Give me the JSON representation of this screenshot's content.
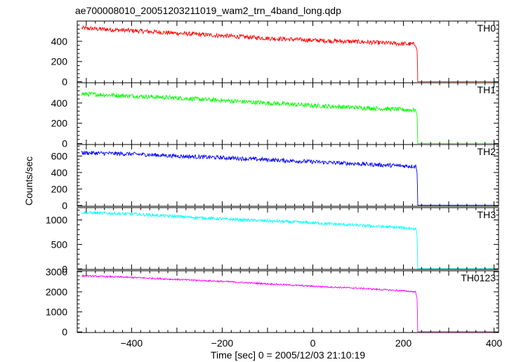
{
  "chart_data": {
    "type": "line",
    "title": "ae700008010_20051203211019_wam2_trn_4band_long.qdp",
    "xlabel": "Time [sec] 0 = 2005/12/03 21:10:19",
    "ylabel": "Counts/sec",
    "xlim": [
      -520,
      410
    ],
    "x_ticks": [
      -400,
      -200,
      0,
      200,
      400
    ],
    "x_tick_labels": [
      "−400",
      "−200",
      "0",
      "200",
      "400"
    ],
    "grid": false,
    "drop_time": 231,
    "data_start": -510,
    "data_end": 400,
    "panels": [
      {
        "name": "TH0",
        "color": "#ff0000",
        "ylim": [
          -10,
          600
        ],
        "y_ticks": [
          0,
          200,
          400
        ],
        "y_tick_labels": [
          "0",
          "200",
          "400"
        ],
        "series_points": [
          [
            -510,
            530
          ],
          [
            -400,
            505
          ],
          [
            -300,
            480
          ],
          [
            -200,
            455
          ],
          [
            -100,
            430
          ],
          [
            0,
            410
          ],
          [
            100,
            395
          ],
          [
            200,
            375
          ],
          [
            228,
            370
          ]
        ],
        "noise": 22,
        "post_level": 2
      },
      {
        "name": "TH1",
        "color": "#00ff00",
        "ylim": [
          -10,
          600
        ],
        "y_ticks": [
          0,
          200,
          400
        ],
        "y_tick_labels": [
          "0",
          "200",
          "400"
        ],
        "series_points": [
          [
            -510,
            490
          ],
          [
            -400,
            470
          ],
          [
            -300,
            450
          ],
          [
            -200,
            425
          ],
          [
            -100,
            400
          ],
          [
            0,
            375
          ],
          [
            100,
            355
          ],
          [
            200,
            335
          ],
          [
            228,
            330
          ]
        ],
        "noise": 22,
        "post_level": 2
      },
      {
        "name": "TH2",
        "color": "#0000ff",
        "ylim": [
          -10,
          740
        ],
        "y_ticks": [
          0,
          200,
          400,
          600
        ],
        "y_tick_labels": [
          "0",
          "200",
          "400",
          "600"
        ],
        "series_points": [
          [
            -510,
            640
          ],
          [
            -400,
            625
          ],
          [
            -300,
            600
          ],
          [
            -200,
            580
          ],
          [
            -100,
            555
          ],
          [
            0,
            530
          ],
          [
            100,
            505
          ],
          [
            200,
            480
          ],
          [
            228,
            475
          ]
        ],
        "noise": 25,
        "post_level": 3
      },
      {
        "name": "TH3",
        "color": "#00ffff",
        "ylim": [
          -10,
          1250
        ],
        "y_ticks": [
          0,
          500,
          1000
        ],
        "y_tick_labels": [
          "0",
          "500",
          "1000"
        ],
        "series_points": [
          [
            -510,
            1150
          ],
          [
            -400,
            1120
          ],
          [
            -300,
            1070
          ],
          [
            -200,
            1020
          ],
          [
            -100,
            980
          ],
          [
            0,
            940
          ],
          [
            100,
            890
          ],
          [
            200,
            840
          ],
          [
            228,
            820
          ]
        ],
        "noise": 30,
        "post_level": 5
      },
      {
        "name": "TH0123",
        "color": "#ff00ff",
        "ylim": [
          -30,
          3050
        ],
        "y_ticks": [
          0,
          1000,
          2000,
          3000
        ],
        "y_tick_labels": [
          "0",
          "1000",
          "2000",
          "3000"
        ],
        "series_points": [
          [
            -510,
            2800
          ],
          [
            -400,
            2720
          ],
          [
            -300,
            2620
          ],
          [
            -200,
            2520
          ],
          [
            -100,
            2400
          ],
          [
            0,
            2280
          ],
          [
            100,
            2180
          ],
          [
            200,
            2050
          ],
          [
            228,
            2000
          ]
        ],
        "noise": 40,
        "post_level": 10
      }
    ]
  }
}
